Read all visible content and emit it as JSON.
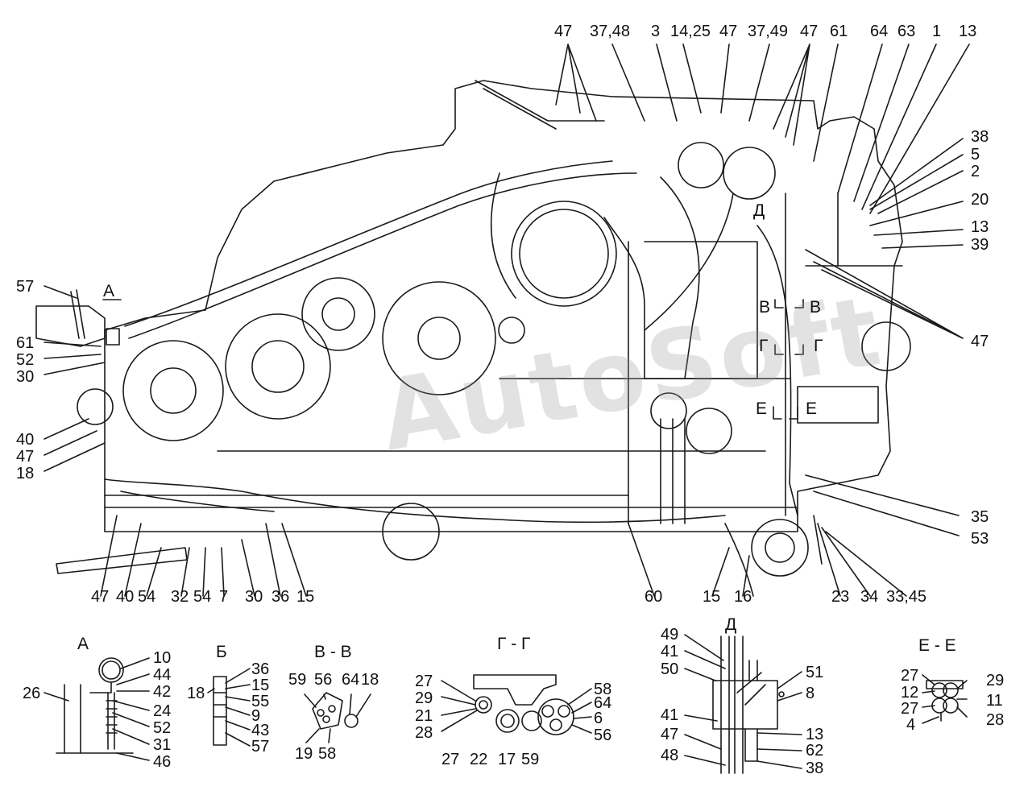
{
  "watermark": "AutoSoft",
  "view_titles": {
    "a_main": "А",
    "a": "А",
    "b": "Б",
    "vv": "В - В",
    "gg": "Г - Г",
    "d_main": "Д",
    "d": "Д",
    "ee": "Е - Е",
    "v_left": "В",
    "v_right": "В",
    "g_left": "Г",
    "g_right": "Г",
    "e_left": "Е",
    "e_right": "Е"
  },
  "callouts": {
    "top": [
      "47",
      "37,48",
      "3",
      "14,25",
      "47",
      "37,49",
      "47",
      "61",
      "64",
      "63",
      "1",
      "13"
    ],
    "right": [
      "38",
      "5",
      "2",
      "20",
      "13",
      "39",
      "47",
      "35",
      "53"
    ],
    "left": [
      "57",
      "61",
      "52",
      "30",
      "40",
      "47",
      "18"
    ],
    "bottom": [
      "47",
      "40",
      "54",
      "32",
      "54",
      "7",
      "30",
      "36",
      "15",
      "60",
      "15",
      "16",
      "23",
      "34",
      "33,45"
    ],
    "view_a": [
      "10",
      "44",
      "42",
      "26",
      "24",
      "52",
      "31",
      "46"
    ],
    "view_b": [
      "36",
      "15",
      "18",
      "55",
      "9",
      "43",
      "57"
    ],
    "view_vv": [
      "59",
      "56",
      "64",
      "18",
      "19",
      "58"
    ],
    "view_gg": [
      "27",
      "29",
      "21",
      "28",
      "58",
      "64",
      "6",
      "56",
      "27",
      "22",
      "17",
      "59"
    ],
    "view_d": [
      "49",
      "41",
      "50",
      "51",
      "8",
      "41",
      "47",
      "48",
      "13",
      "62",
      "38"
    ],
    "view_ee": [
      "27",
      "12",
      "27",
      "4",
      "29",
      "11",
      "28"
    ]
  }
}
